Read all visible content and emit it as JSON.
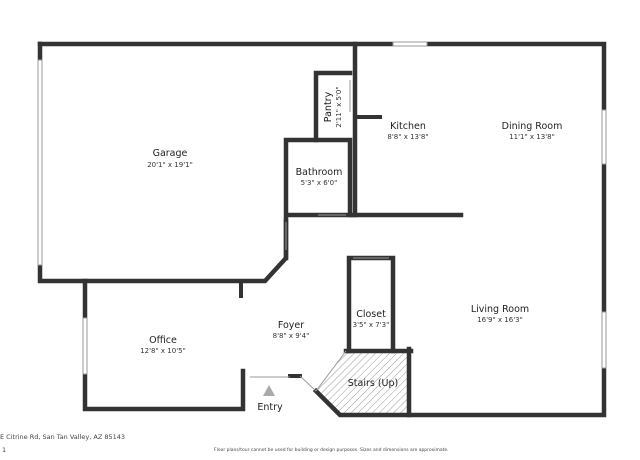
{
  "rooms": {
    "garage": {
      "name": "Garage",
      "dims": "20'1\" x 19'1\""
    },
    "pantry": {
      "name": "Pantry",
      "dims": "2'11\" x 5'0\""
    },
    "kitchen": {
      "name": "Kitchen",
      "dims": "8'8\" x 13'8\""
    },
    "dining": {
      "name": "Dining Room",
      "dims": "11'1\" x 13'8\""
    },
    "bathroom": {
      "name": "Bathroom",
      "dims": "5'3\" x 6'0\""
    },
    "office": {
      "name": "Office",
      "dims": "12'8\" x 10'5\""
    },
    "foyer": {
      "name": "Foyer",
      "dims": "8'8\" x 9'4\""
    },
    "closet": {
      "name": "Closet",
      "dims": "3'5\" x 7'3\""
    },
    "living": {
      "name": "Living Room",
      "dims": "16'9\" x 16'3\""
    },
    "stairs": {
      "name": "Stairs (Up)"
    },
    "entry": {
      "name": "Entry"
    }
  },
  "footer": {
    "address": "E Citrine Rd, San Tan Valley, AZ 85143",
    "page": "1",
    "disclaimer": "Floor plans/tour cannot be used for building or design purposes. Sizes and dimensions are approximate."
  },
  "colors": {
    "wall": "#333333",
    "hatch": "#999999",
    "window": "#9a9a9a",
    "entry_arrow": "#aaaaaa"
  }
}
